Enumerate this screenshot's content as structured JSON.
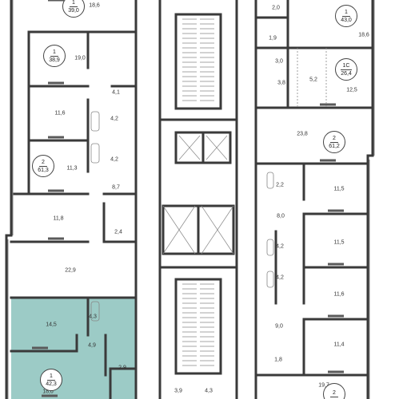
{
  "colors": {
    "highlight": "#9ccbc6",
    "wall": "#3a3a3a",
    "thin_line": "#888888",
    "window": "#5a5a5a",
    "text": "#333333"
  },
  "apartments": [
    {
      "type": "1",
      "area": "39,0"
    },
    {
      "type": "1",
      "area": "38,9"
    },
    {
      "type": "2",
      "area": "61,3"
    },
    {
      "type": "1",
      "area": "42,3",
      "highlighted": true
    },
    {
      "type": "1",
      "area": "43,0"
    },
    {
      "type": "1С",
      "area": "26,4"
    },
    {
      "type": "2",
      "area": "61,2"
    },
    {
      "type": "2",
      "area": ""
    }
  ],
  "rooms": {
    "left": [
      "18,6",
      "19,0",
      "4,1",
      "11,6",
      "4,2",
      "4,2",
      "11,3",
      "8,7",
      "11,8",
      "2,4",
      "22,9",
      "14,5",
      "4,3",
      "4,9",
      "18,6",
      "2,9"
    ],
    "center": [
      "3,9",
      "4,3"
    ],
    "right": [
      "2,0",
      "18,6",
      "1,9",
      "3,0",
      "3,8",
      "5,2",
      "12,5",
      "23,8",
      "2,2",
      "11,5",
      "8,0",
      "11,5",
      "4,2",
      "4,2",
      "11,6",
      "9,0",
      "11,4",
      "1,8",
      "19,7"
    ]
  }
}
